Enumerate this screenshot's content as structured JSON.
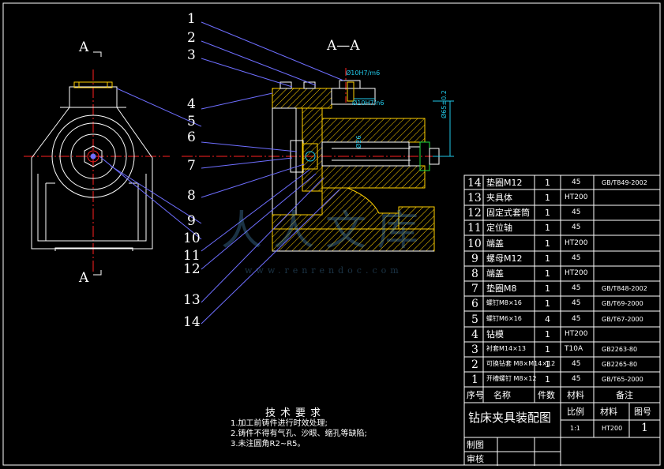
{
  "section_labels": {
    "left_top": "A",
    "left_bottom": "A",
    "main": "A—A"
  },
  "callouts": [
    "1",
    "2",
    "3",
    "4",
    "5",
    "6",
    "7",
    "8",
    "9",
    "10",
    "11",
    "12",
    "13",
    "14"
  ],
  "dimension_labels": {
    "top": "Ø10H7/m6",
    "top_small": "Ø10H7/n6",
    "right": "Ø65±0.2",
    "mid": "Ø26"
  },
  "bom_rows": [
    {
      "no": "14",
      "name": "垫圈M12",
      "qty": "1",
      "mat": "45",
      "note": "GB/T849-2002"
    },
    {
      "no": "13",
      "name": "夹具体",
      "qty": "1",
      "mat": "HT200",
      "note": ""
    },
    {
      "no": "12",
      "name": "固定式套筒",
      "qty": "1",
      "mat": "45",
      "note": ""
    },
    {
      "no": "11",
      "name": "定位轴",
      "qty": "1",
      "mat": "45",
      "note": ""
    },
    {
      "no": "10",
      "name": "端盖",
      "qty": "1",
      "mat": "HT200",
      "note": ""
    },
    {
      "no": "9",
      "name": "螺母M12",
      "qty": "1",
      "mat": "45",
      "note": ""
    },
    {
      "no": "8",
      "name": "端盖",
      "qty": "1",
      "mat": "HT200",
      "note": ""
    },
    {
      "no": "7",
      "name": "垫圈M8",
      "qty": "1",
      "mat": "45",
      "note": "GB/T848-2002"
    },
    {
      "no": "6",
      "name": "螺钉M8×16",
      "qty": "1",
      "mat": "45",
      "note": "GB/T69-2000"
    },
    {
      "no": "5",
      "name": "螺钉M6×16",
      "qty": "4",
      "mat": "45",
      "note": "GB/T67-2000"
    },
    {
      "no": "4",
      "name": "钻模",
      "qty": "1",
      "mat": "HT200",
      "note": ""
    },
    {
      "no": "3",
      "name": "衬套M14×13",
      "qty": "1",
      "mat": "T10A",
      "note": "GB2263-80"
    },
    {
      "no": "2",
      "name": "可换钻套 M8×M14×12",
      "qty": "1",
      "mat": "45",
      "note": "GB2265-80"
    },
    {
      "no": "1",
      "name": "开槽螺钉 M8×12",
      "qty": "1",
      "mat": "45",
      "note": "GB/T65-2000"
    }
  ],
  "bom_header": {
    "no": "序号",
    "name": "名称",
    "qty": "件数",
    "mat": "材料",
    "note": "备注"
  },
  "title_block": {
    "title": "钻床夹具装配图",
    "scale_label": "比例",
    "material_label": "材料",
    "drawing_no_label": "图号",
    "scale": "1:1",
    "material": "HT200",
    "drawing_no": "1",
    "drawn_label": "制图",
    "checked_label": "审核"
  },
  "tech_notes": {
    "title": "技术要求",
    "items": [
      "1.加工前铸件进行时效处理;",
      "2.铸件不得有气孔、沙眼、缩孔等缺陷;",
      "3.未注圆角R2~R5。"
    ]
  },
  "watermark": {
    "text": "人人文库",
    "url": "www.renrendoc.com"
  },
  "colors": {
    "line": "#ffffff",
    "centerline": "#ff2020",
    "hatch": "#ffd000",
    "leader": "#6e6eff",
    "part": "#20e040",
    "accent": "#20c8e8"
  }
}
